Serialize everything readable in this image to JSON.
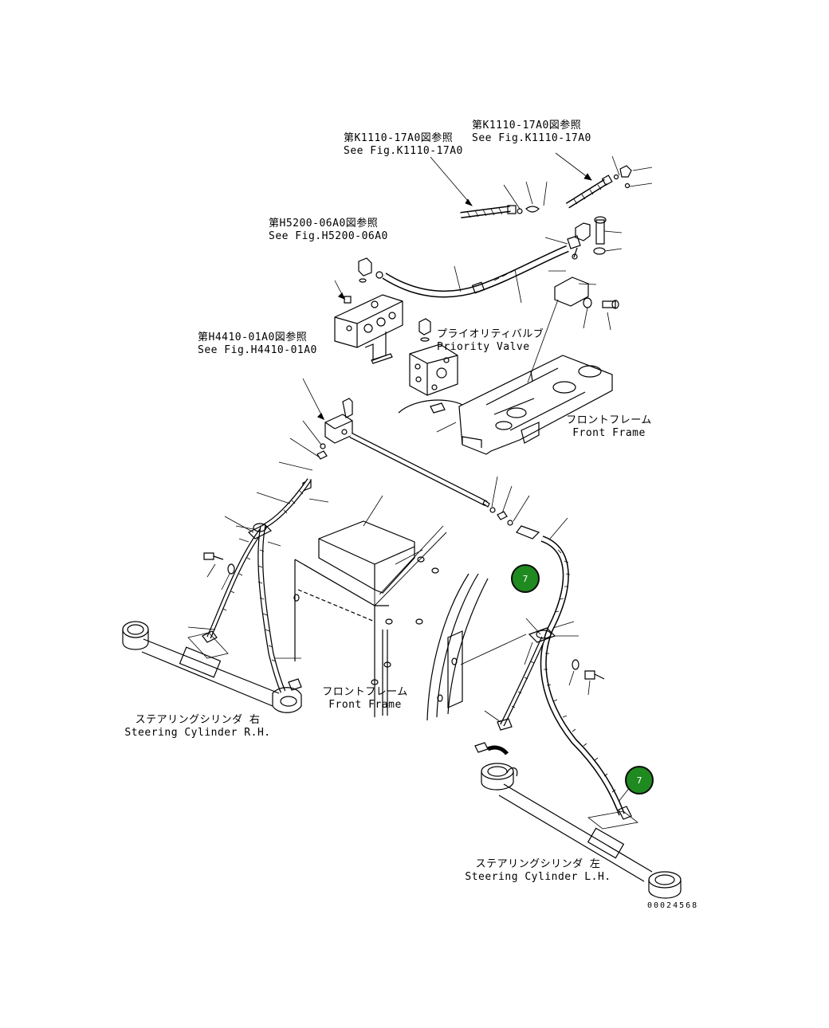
{
  "refs": {
    "k1110_left": {
      "jp": "第K1110-17A0図参照",
      "en": "See Fig.K1110-17A0"
    },
    "k1110_right": {
      "jp": "第K1110-17A0図参照",
      "en": "See Fig.K1110-17A0"
    },
    "h5200": {
      "jp": "第H5200-06A0図参照",
      "en": "See Fig.H5200-06A0"
    },
    "h4410": {
      "jp": "第H4410-01A0図参照",
      "en": "See Fig.H4410-01A0"
    }
  },
  "labels": {
    "priority_valve": {
      "jp": "プライオリティバルブ",
      "en": "Priority Valve"
    },
    "front_frame_upper": {
      "jp": "フロントフレーム",
      "en": "Front Frame"
    },
    "front_frame_lower": {
      "jp": "フロントフレーム",
      "en": "Front Frame"
    },
    "steering_rh": {
      "jp": "ステアリングシリンダ 右",
      "en": "Steering Cylinder R.H."
    },
    "steering_lh": {
      "jp": "ステアリングシリンダ 左",
      "en": "Steering Cylinder L.H."
    }
  },
  "callouts": [
    {
      "id": "callout-upper",
      "number": "7"
    },
    {
      "id": "callout-lower",
      "number": "7"
    }
  ],
  "serial": "00024568",
  "colors": {
    "line": "#000000",
    "callout_fill": "#1f8a1f",
    "background": "#ffffff"
  }
}
